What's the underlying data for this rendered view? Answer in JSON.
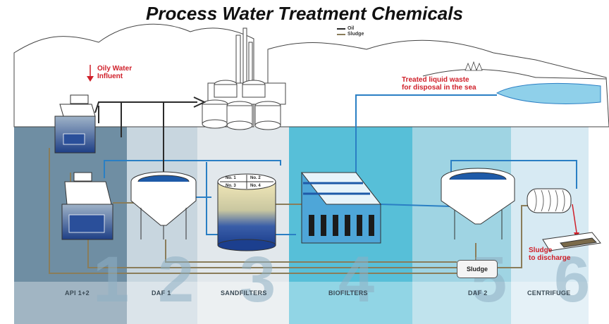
{
  "title": "Process Water Treatment Chemicals",
  "legend": {
    "oil": "Oil",
    "sludge": "Sludge"
  },
  "annotations": {
    "influent": [
      "Oily Water",
      "Influent"
    ],
    "treated": [
      "Treated liquid waste",
      "for disposal in the sea"
    ],
    "sludge_discharge": [
      "Sludge",
      "to discharge"
    ],
    "sludge_box": "Sludge"
  },
  "sandfilter_tanks": [
    "No. 1",
    "No. 2",
    "No. 3",
    "No. 4"
  ],
  "stages": [
    {
      "number": "1",
      "label": "API 1+2"
    },
    {
      "number": "2",
      "label": "DAF 1"
    },
    {
      "number": "3",
      "label": "SANDFILTERS"
    },
    {
      "number": "4",
      "label": "BIOFILTERS"
    },
    {
      "number": "5",
      "label": "DAF 2"
    },
    {
      "number": "6",
      "label": "CENTRIFUGE"
    }
  ],
  "colors": {
    "oil_line": "#2b2b2b",
    "sludge_line": "#8a7d5a",
    "water_line": "#2a7fc4",
    "accent_red": "#d0202a",
    "big_number": "#8fb0c4"
  }
}
